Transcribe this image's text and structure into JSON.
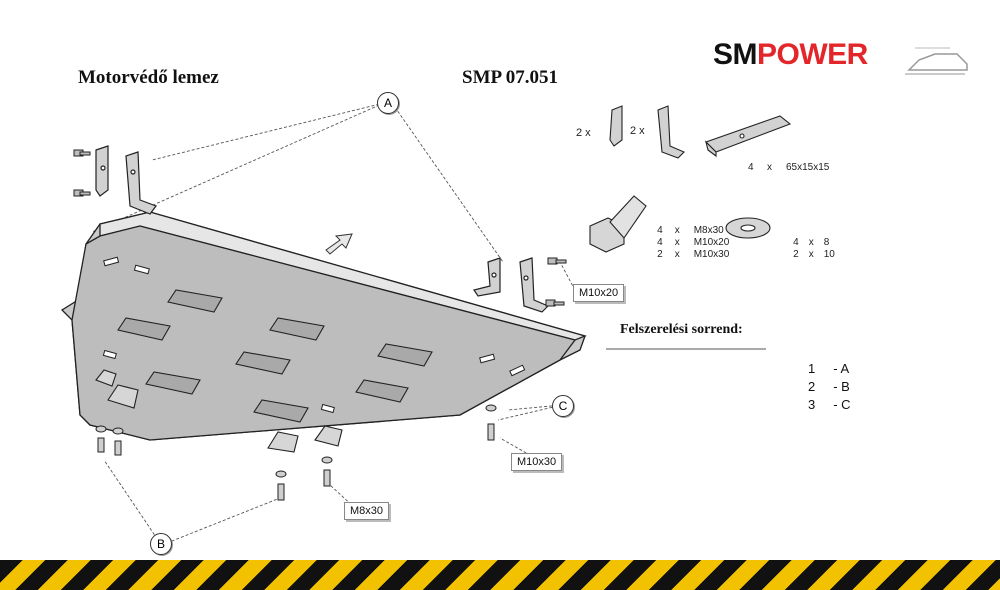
{
  "header": {
    "title_left": "Motorvédő lemez",
    "title_code": "SMP 07.051",
    "logo_part1": "SM",
    "logo_part2": "POWER"
  },
  "callout_letters": [
    "A",
    "B",
    "C"
  ],
  "callouts": {
    "m10x20": "M10x20",
    "m10x30": "M10x30",
    "m8x30": "M8x30"
  },
  "parts": {
    "bracket_a_qty": "2  x",
    "bracket_b_qty": "2  x",
    "bar_qty": "4",
    "bar_x": "x",
    "bar_size": "65x15x15",
    "bolts": [
      {
        "qty": "4",
        "x": "x",
        "size": "M8x30"
      },
      {
        "qty": "4",
        "x": "x",
        "size": "M10x20"
      },
      {
        "qty": "2",
        "x": "x",
        "size": "M10x30"
      }
    ],
    "washers": [
      {
        "qty": "4",
        "x": "x",
        "size": "8"
      },
      {
        "qty": "2",
        "x": "x",
        "size": "10"
      }
    ]
  },
  "sequence": {
    "heading": "Felszerelési sorrend:",
    "steps": [
      {
        "num": "1",
        "letter": "- A"
      },
      {
        "num": "2",
        "letter": "- B"
      },
      {
        "num": "3",
        "letter": "- C"
      }
    ]
  },
  "colors": {
    "brand_red": "#e3262a",
    "stripe_yellow": "#f2c200",
    "stripe_black": "#111111"
  }
}
